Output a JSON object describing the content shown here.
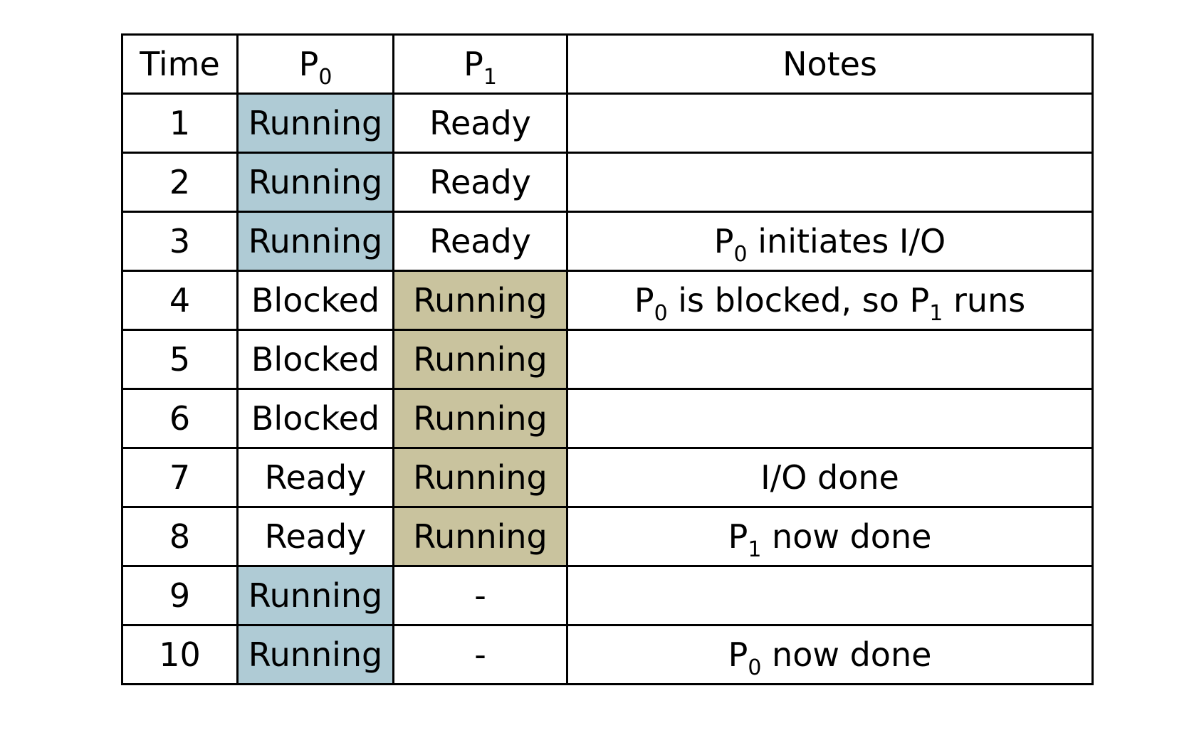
{
  "header": {
    "time": "Time",
    "p0_letter": "P",
    "p0_sub": "0",
    "p1_letter": "P",
    "p1_sub": "1",
    "notes": "Notes"
  },
  "colors": {
    "p0_running": "#afcbd5",
    "p1_running": "#c9c39e"
  },
  "rows": [
    {
      "time": "1",
      "p0": "Running",
      "p1": "Ready",
      "note": ""
    },
    {
      "time": "2",
      "p0": "Running",
      "p1": "Ready",
      "note": ""
    },
    {
      "time": "3",
      "p0": "Running",
      "p1": "Ready",
      "note_parts": {
        "a": "P",
        "a_sub": "0",
        "b": " initiates I/O"
      }
    },
    {
      "time": "4",
      "p0": "Blocked",
      "p1": "Running",
      "note_parts": {
        "a": "P",
        "a_sub": "0",
        "b": " is blocked, so P",
        "b_sub": "1",
        "c": " runs"
      }
    },
    {
      "time": "5",
      "p0": "Blocked",
      "p1": "Running",
      "note": ""
    },
    {
      "time": "6",
      "p0": "Blocked",
      "p1": "Running",
      "note": ""
    },
    {
      "time": "7",
      "p0": "Ready",
      "p1": "Running",
      "note": "I/O done"
    },
    {
      "time": "8",
      "p0": "Ready",
      "p1": "Running",
      "note_parts": {
        "a": "P",
        "a_sub": "1",
        "b": " now done"
      }
    },
    {
      "time": "9",
      "p0": "Running",
      "p1": "-",
      "note": ""
    },
    {
      "time": "10",
      "p0": "Running",
      "p1": "-",
      "note_parts": {
        "a": "P",
        "a_sub": "0",
        "b": " now done"
      }
    }
  ]
}
